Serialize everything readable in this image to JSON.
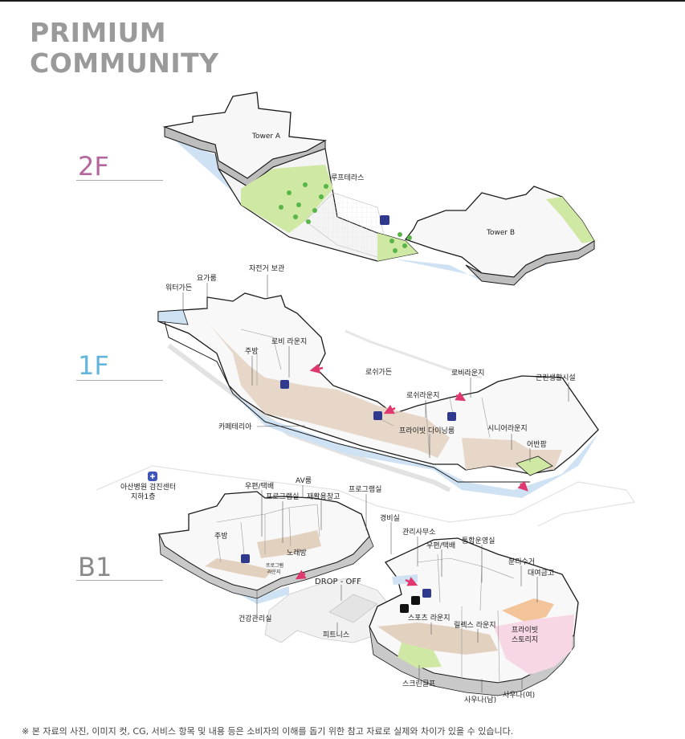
{
  "title": {
    "line1": "PRIMIUM",
    "line2": "COMMUNITY"
  },
  "colors": {
    "title": "#9a9a9a",
    "floor_2f": "#b4679c",
    "floor_1f": "#63b5dd",
    "floor_b1": "#8a8a8a",
    "green": "#cfe8a4",
    "beige": "#e3d1c0",
    "blue": "#cfe2f3",
    "orange": "#f3c39a",
    "pink": "#f7d7e6",
    "arrow": "#e0386e"
  },
  "floors": {
    "f2": {
      "name": "2F",
      "labels": {
        "tower_a": "Tower A",
        "tower_b": "Tower B",
        "roof_terrace": "루프테라스"
      }
    },
    "f1": {
      "name": "1F",
      "labels": {
        "yoga": "요가룸",
        "bike": "자전거 보관",
        "water_garden": "워터가든",
        "kitchen": "주방",
        "lobby_lounge": "로비 라운지",
        "rest_garden": "로쉬가든",
        "lobby_lounge2": "로비라운지",
        "rest_lounge": "로쉬라운지",
        "neighborhood": "근린생활시설",
        "cafeteria": "카페테리아",
        "private_dining": "프라이빗 다이닝룸",
        "senior_lounge": "시니어라운지",
        "urban_farm": "어반팜"
      }
    },
    "b1": {
      "name": "B1",
      "labels": {
        "hospital_line1": "아산병원 검진센터",
        "hospital_line2": "지하1층",
        "av_room": "AV룸",
        "mail1": "우편/택배",
        "program1": "프로그램실",
        "recycle": "재활용창고",
        "program2": "프로그램실",
        "security": "경비실",
        "management": "관리사무소",
        "mail2": "우편/택배",
        "operation": "통합운영실",
        "kitchen": "주방",
        "karaoke": "노래방",
        "program_lounge_line1": "프로그램",
        "program_lounge_line2": "라운지",
        "drop_off": "DROP - OFF",
        "recycle_collect": "분리수거",
        "rental_storage": "대여금고",
        "health": "건강관리실",
        "sports_lounge": "스포츠 라운지",
        "relax_lounge": "릴렉스 라운지",
        "private_storage_line1": "프라이빗",
        "private_storage_line2": "스토리지",
        "fitness": "피트니스",
        "screen_golf": "스크린골프",
        "sauna_m": "사우나(남)",
        "sauna_f": "사우나(여)"
      }
    }
  },
  "disclaimer": "※ 본 자료의 사진, 이미지 컷, CG, 서비스 항목 및 내용 등은 소비자의 이해를 돕기 위한 참고 자료로 실제와 차이가 있을 수 있습니다."
}
